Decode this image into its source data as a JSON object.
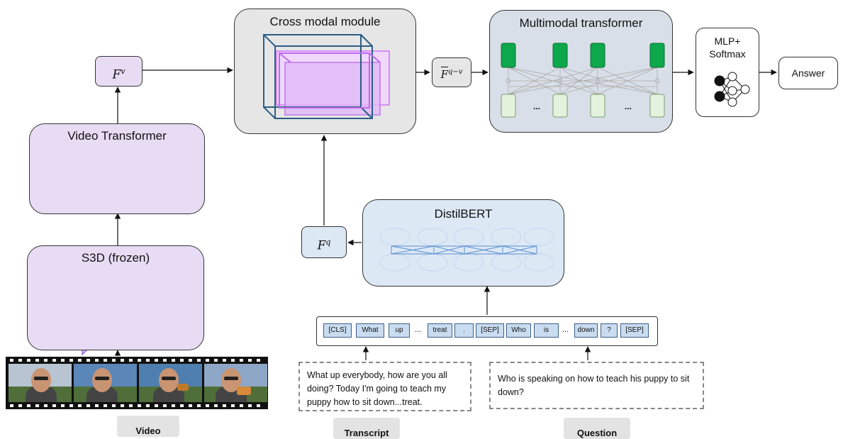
{
  "video_transformer": {
    "title": "Video Transformer"
  },
  "s3d": {
    "title": "S3D (frozen)"
  },
  "fv": {
    "base": "F",
    "sup": "v"
  },
  "cross_modal": {
    "title": "Cross modal module"
  },
  "fqv": {
    "base": "F",
    "sup": "q−v"
  },
  "multimodal": {
    "title": "Multimodal transformer",
    "ellipsis": "..."
  },
  "mlp": {
    "line1": "MLP+",
    "line2": "Softmax"
  },
  "answer": {
    "label": "Answer"
  },
  "distilbert": {
    "title": "DistilBERT"
  },
  "fq": {
    "base": "F",
    "sup": "q"
  },
  "tokens": [
    "[CLS]",
    "What",
    "up",
    "treat",
    ".",
    "[SEP]",
    "Who",
    "is",
    "down",
    "?",
    "[SEP]"
  ],
  "token_ellipsis": "...",
  "transcript": {
    "text": "What up everybody, how are you all doing? Today I'm going to teach my puppy how to sit down...treat."
  },
  "question": {
    "text": "Who is speaking on how to teach his puppy to sit down?"
  },
  "labels": {
    "video": "Video",
    "transcript": "Transcript",
    "question": "Question"
  }
}
